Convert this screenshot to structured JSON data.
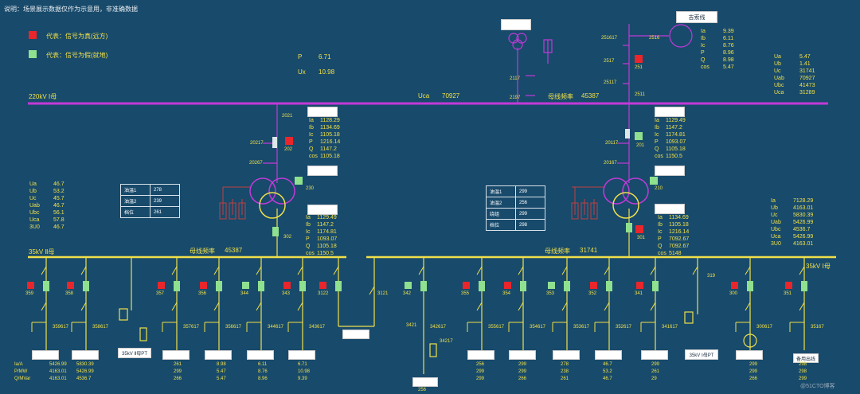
{
  "note": "说明：场景展示数据仅作为示意用，非准确数据",
  "legend": {
    "red": "代表：信号为真(远方)",
    "green": "代表：信号为假(就地)",
    "red_color": "#e8262b",
    "green_color": "#8fe08f"
  },
  "colors": {
    "bus220": "#c23ad8",
    "bus35": "#f0e04a",
    "bg": "#184a6b"
  },
  "top": {
    "p_label": "P",
    "p_val": "6.71",
    "ux_label": "Ux",
    "ux_val": "10.98",
    "uca_label": "Uca",
    "uca_val": "70927",
    "freq_label": "母线频率",
    "freq_val": "45387",
    "jisuo": "吉索线"
  },
  "bus220_label": "220kV Ⅰ母",
  "bus35_left": "35kV Ⅱ母",
  "bus35_right": "35kV Ⅰ母",
  "freq_left": {
    "label": "母线频率",
    "val": "45387"
  },
  "freq_right": {
    "label": "母线频率",
    "val": "31741"
  },
  "switch_labels": {
    "s2117": "2117",
    "s2197": "2197",
    "s251617": "251617",
    "s2516": "2516",
    "s2517": "2517",
    "s251": "251",
    "s25117": "25117",
    "s2511": "2511",
    "s2021": "2021",
    "s20217": "20217",
    "s202": "202",
    "s20267": "20267",
    "s230": "230",
    "s302": "302",
    "s20117": "20117",
    "s201": "201",
    "s20167": "20167",
    "s210": "210",
    "s301": "301",
    "s3121": "3121",
    "s319": "319"
  },
  "right_top": {
    "rows": [
      [
        "Ua",
        "5.47"
      ],
      [
        "Ub",
        "1.41"
      ],
      [
        "Uc",
        "31741"
      ],
      [
        "Uab",
        "70927"
      ],
      [
        "Ubc",
        "41473"
      ],
      [
        "Uca",
        "31289"
      ]
    ]
  },
  "jisuo_vals": {
    "rows": [
      [
        "Ia",
        "9.39"
      ],
      [
        "Ib",
        "6.11"
      ],
      [
        "Ic",
        "8.76"
      ],
      [
        "P",
        "8.96"
      ],
      [
        "Q",
        "8.98"
      ],
      [
        "cos",
        "5.47"
      ]
    ]
  },
  "t2_hv": {
    "rows": [
      [
        "Ia",
        "1128.29"
      ],
      [
        "Ib",
        "1134.69"
      ],
      [
        "Ic",
        "1105.18"
      ],
      [
        "P",
        "1216.14"
      ],
      [
        "Q",
        "1147.2"
      ],
      [
        "cos",
        "1105.18"
      ]
    ]
  },
  "t2_lv": {
    "rows": [
      [
        "Ia",
        "1129.49"
      ],
      [
        "Ib",
        "1147.2"
      ],
      [
        "Ic",
        "1174.81"
      ],
      [
        "P",
        "1093.07"
      ],
      [
        "Q",
        "1105.18"
      ],
      [
        "cos",
        "1150.5"
      ]
    ]
  },
  "t1_hv": {
    "rows": [
      [
        "Ia",
        "1129.49"
      ],
      [
        "Ib",
        "1147.2"
      ],
      [
        "Ic",
        "1174.81"
      ],
      [
        "P",
        "1093.07"
      ],
      [
        "Q",
        "1105.18"
      ],
      [
        "cos",
        "1150.5"
      ]
    ]
  },
  "t1_lv": {
    "rows": [
      [
        "Ia",
        "1134.69"
      ],
      [
        "Ib",
        "1105.18"
      ],
      [
        "Ic",
        "1216.14"
      ],
      [
        "P",
        "7092.67"
      ],
      [
        "Q",
        "7092.67"
      ],
      [
        "cos",
        "5148"
      ]
    ]
  },
  "left_volt": {
    "rows": [
      [
        "Ua",
        "46.7"
      ],
      [
        "Ub",
        "53.2"
      ],
      [
        "Uc",
        "45.7"
      ],
      [
        "Uab",
        "46.7"
      ],
      [
        "Ubc",
        "56.1"
      ],
      [
        "Uca",
        "57.8"
      ],
      [
        "3U0",
        "46.7"
      ]
    ]
  },
  "right_volt": {
    "rows": [
      [
        "Ia",
        "7128.29"
      ],
      [
        "Ub",
        "4163.01"
      ],
      [
        "Uc",
        "5830.39"
      ],
      [
        "Uab",
        "5426.99"
      ],
      [
        "Ubc",
        "4536.7"
      ],
      [
        "Uca",
        "5426.99"
      ],
      [
        "3U0",
        "4163.01"
      ]
    ]
  },
  "table_left": [
    [
      "油温1",
      "278"
    ],
    [
      "油温2",
      "239"
    ],
    [
      "档位",
      "261"
    ]
  ],
  "table_right": [
    [
      "油温1",
      "299"
    ],
    [
      "油温2",
      "256"
    ],
    [
      "绕组",
      "299"
    ],
    [
      "档位",
      "298"
    ]
  ],
  "feeders_left": [
    {
      "breaker": "359",
      "ground": "359617"
    },
    {
      "breaker": "358",
      "ground": "358617"
    },
    {
      "breaker": "357",
      "ground": "357617"
    },
    {
      "breaker": "356",
      "ground": "356617"
    },
    {
      "breaker": "344",
      "ground": "344617"
    },
    {
      "breaker": "343",
      "ground": "343617"
    },
    {
      "breaker": "3122",
      "ground": ""
    }
  ],
  "feeders_right": [
    {
      "breaker": "342",
      "ground": "342617"
    },
    {
      "breaker": "355",
      "ground": "355617"
    },
    {
      "breaker": "354",
      "ground": "354617"
    },
    {
      "breaker": "353",
      "ground": "353617"
    },
    {
      "breaker": "352",
      "ground": "352617"
    },
    {
      "breaker": "341",
      "ground": "341617"
    },
    {
      "breaker": "300",
      "ground": "300617"
    },
    {
      "breaker": "351",
      "ground": "35167"
    }
  ],
  "extra_labels": {
    "s3421": "3421",
    "s34217": "34217",
    "pt_left": "35kV Ⅱ母PT",
    "pt_right": "35kV Ⅰ母PT",
    "beiyong": "备用出线"
  },
  "bottom_left": {
    "labels": [
      "Ia/A",
      "P/MW",
      "Q/MVar"
    ],
    "cols": [
      [
        "5426.99",
        "4163.01",
        "4163.01"
      ],
      [
        "5830.39",
        "5426.99",
        "4536.7"
      ],
      [
        "261",
        "299",
        "266"
      ],
      [
        "8.98",
        "5.47",
        "5.47"
      ],
      [
        "6.11",
        "8.76",
        "8.96"
      ],
      [
        "6.71",
        "10.98",
        "9.39"
      ]
    ]
  },
  "bottom_right": {
    "cols": [
      [
        "256"
      ],
      [
        "256",
        "299",
        "299"
      ],
      [
        "299",
        "299",
        "266"
      ],
      [
        "278",
        "238",
        "261"
      ],
      [
        "46.7",
        "53.2",
        "46.7"
      ],
      [
        "299",
        "261",
        "29"
      ],
      [
        "299",
        "299",
        "266"
      ],
      [
        "298",
        "298",
        "299"
      ]
    ]
  },
  "watermark": "@51CTO博客"
}
